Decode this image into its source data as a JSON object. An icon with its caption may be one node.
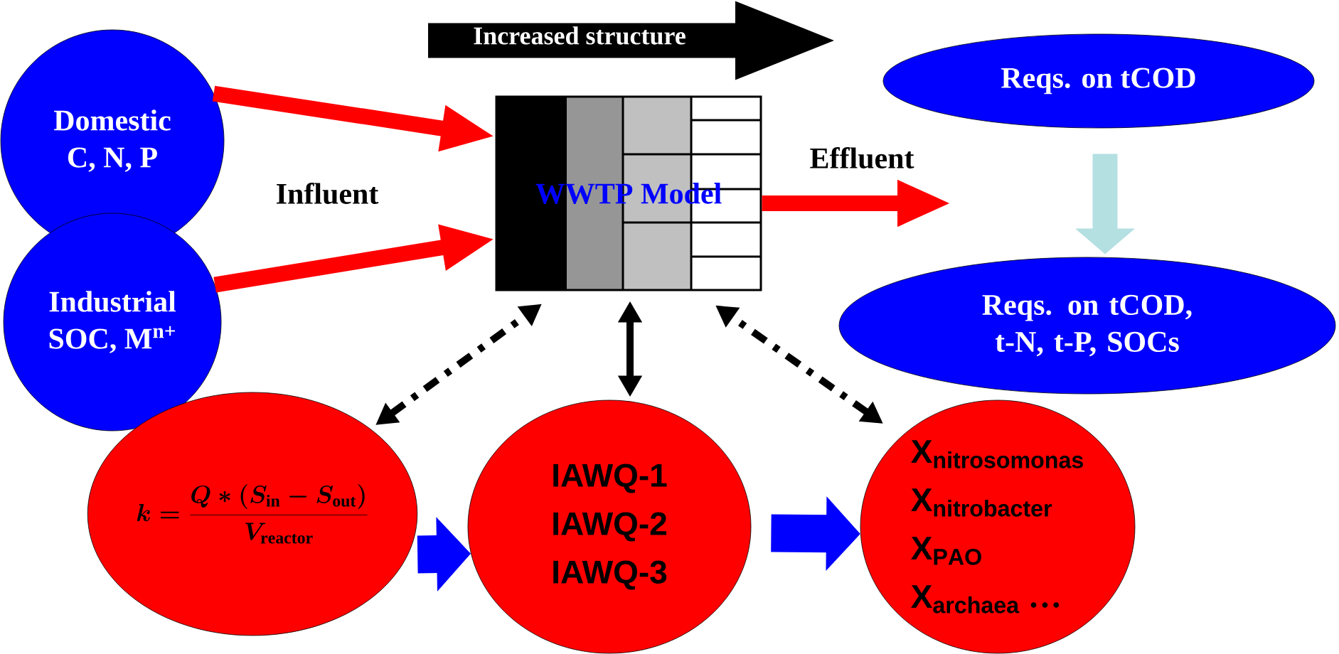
{
  "diagram": {
    "nodes": [
      {
        "text": [
          "Domestic",
          "C, N, P"
        ]
      },
      {
        "text": [
          "Industrial",
          "SOC, M$^{n+}$"
        ]
      },
      {
        "text": [
          "WWTP Model"
        ]
      },
      {
        "text": [
          "Reqs. on tCOD"
        ]
      },
      {
        "text": [
          "Reqs. on tCOD, t-N, t-P, SOCs"
        ]
      },
      {
        "text": [
          "k = \\frac{Q*(S_{\\mathrm{in}} - S_{\\mathrm{out}})}{V_{\\mathrm{reactor}}}"
        ]
      },
      {
        "text": [
          "IAWQ-1",
          "IAWQ-2",
          "IAWQ-3"
        ]
      },
      {
        "text": [
          "\\mathsf{X}_{\\mathsf{nitrosomonas}}",
          "\\mathsf{X}_{\\mathsf{nitrobacter}}",
          "\\mathsf{X}_{\\mathsf{PAO}}",
          "\\mathsf{X}_{\\mathsf{archaea}}\\ \\mathsf{...}"
        ]
      }
    ],
    "edges": [
      {
        "from": 0,
        "to": 2,
        "arrow": "to",
        "color": "#ff0000"
      },
      {
        "from": 1,
        "to": 2,
        "arrow": "to",
        "color": "#ff0000"
      },
      {
        "from": 2,
        "to": null,
        "arrow": "to",
        "label": "Effluent",
        "color": "#ff0000"
      },
      {
        "from": 3,
        "to": 4,
        "arrow": "to",
        "color": "#b4e0e2"
      },
      {
        "from": 5,
        "to": 2,
        "arrow": "both",
        "style": "dashed",
        "color": "#000000"
      },
      {
        "from": 6,
        "to": 2,
        "arrow": "both",
        "color": "#000000"
      },
      {
        "from": 7,
        "to": 2,
        "arrow": "both",
        "style": "dashed",
        "color": "#000000"
      },
      {
        "from": 5,
        "to": 6,
        "arrow": "to",
        "style": "thick",
        "color": "#0000ff"
      },
      {
        "from": 6,
        "to": 7,
        "arrow": "to",
        "style": "thick",
        "color": "#0000ff"
      }
    ],
    "labels": [
      "Increased structure",
      "Influent"
    ]
  }
}
